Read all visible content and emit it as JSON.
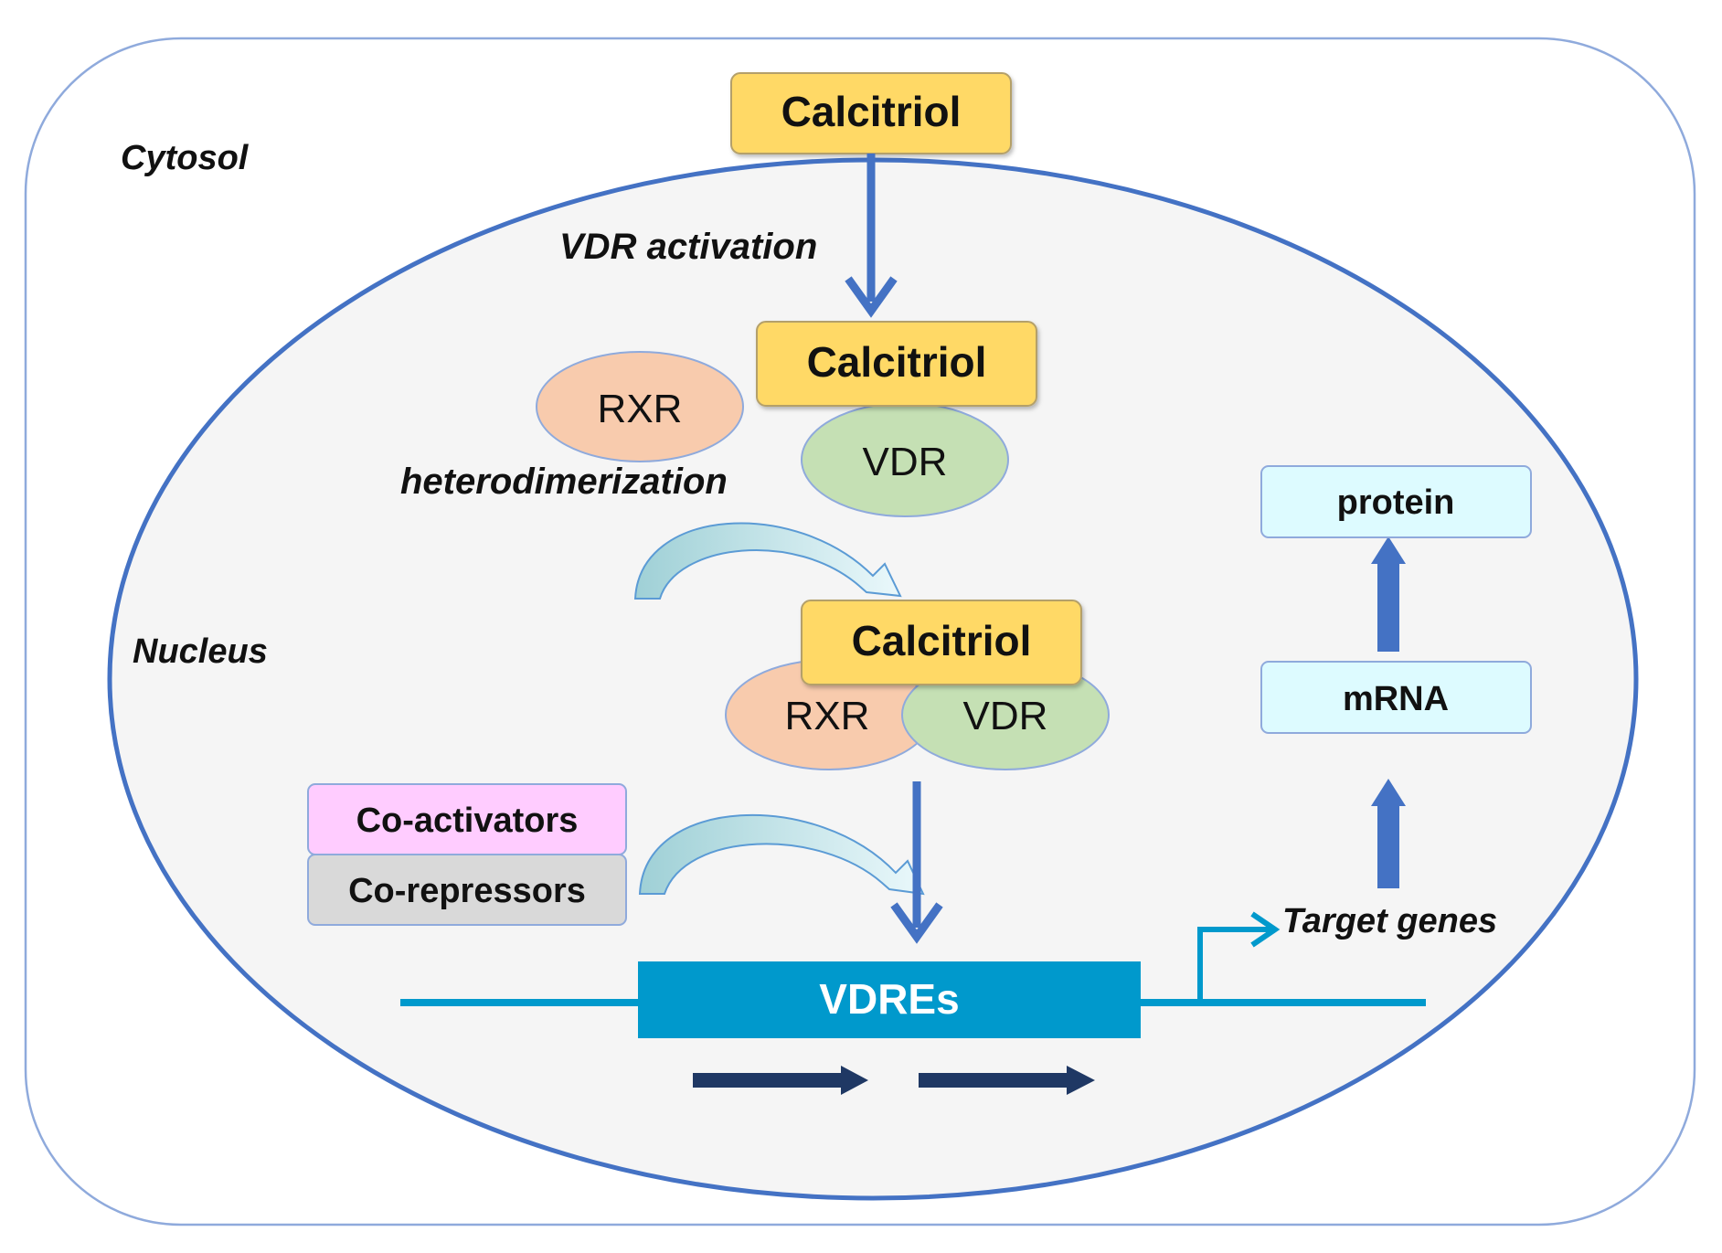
{
  "compartments": {
    "cytosol_label": "Cytosol",
    "nucleus_label": "Nucleus"
  },
  "ligand": {
    "label": "Calcitriol"
  },
  "steps": {
    "activation": "VDR activation",
    "heterodimerization": "heterodimerization",
    "target_genes": "Target genes"
  },
  "receptors": {
    "rxr": "RXR",
    "vdr": "VDR"
  },
  "cofactors": {
    "coactivators": "Co-activators",
    "corepressors": "Co-repressors"
  },
  "dna": {
    "element": "VDREs"
  },
  "products": {
    "mrna": "mRNA",
    "protein": "protein"
  },
  "colors": {
    "ligand_fill": "#ffd966",
    "rxr_fill": "#f8cbad",
    "vdr_fill": "#c5e0b4",
    "coactivator_fill": "#ffccff",
    "corepressor_fill": "#d9d9d9",
    "product_fill": "#ddfbff",
    "dna": "#0099cc",
    "arrow_blue": "#4472c4",
    "arrow_navy": "#1f3864",
    "membrane": "#4472c4"
  },
  "icons": {
    "activation_arrow": "arrow-down-icon",
    "curved_arrow": "curved-arrow-icon",
    "promoter_arrow": "bent-arrow-icon"
  }
}
